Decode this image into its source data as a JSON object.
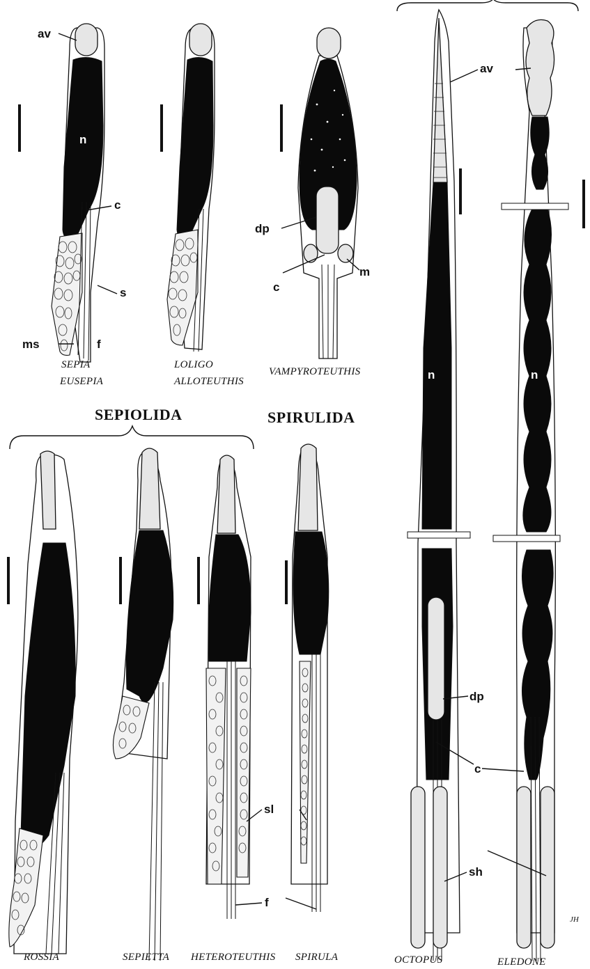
{
  "figure": {
    "group_labels": {
      "sepiolida": "SEPIOLIDA",
      "spirulida": "SPIRULIDA"
    },
    "genus_labels": {
      "sepia": "SEPIA",
      "eusepia": "EUSEPIA",
      "loligo": "LOLIGO",
      "alloteuthis": "ALLOTEUTHIS",
      "vampyroteuthis": "VAMPYROTEUTHIS",
      "rossia": "ROSSIA",
      "sepietta": "SEPIETTA",
      "heteroteuthis": "HETEROTEUTHIS",
      "spirula": "SPIRULA",
      "octopus": "OCTOPUS",
      "eledone": "ELEDONE"
    },
    "part_labels": {
      "av": "av",
      "n": "n",
      "c": "c",
      "s": "s",
      "ms": "ms",
      "f": "f",
      "dp": "dp",
      "m": "m",
      "sl": "sl",
      "sh": "sh"
    },
    "signature": "JH"
  }
}
